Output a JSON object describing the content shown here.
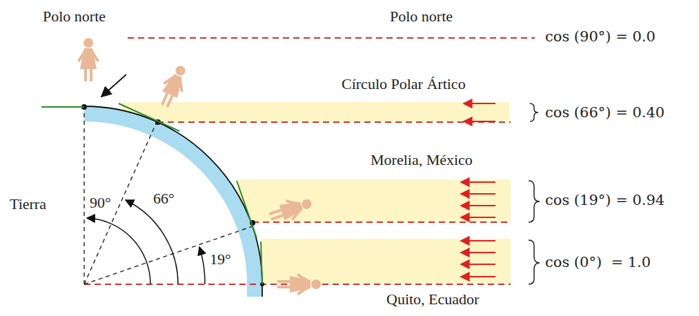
{
  "diagram": {
    "labels": [
      "Polo norte",
      "Polo norte",
      "Círculo Polar Ártico",
      "Morelia, México",
      "Quito, Ecuador",
      "Tierra",
      "90°",
      "66°",
      "19°",
      "cos (90°) = 0.0",
      "cos (66°) = 0.40",
      "cos (19°) = 0.94",
      "cos (0°)  = 1.0"
    ]
  }
}
